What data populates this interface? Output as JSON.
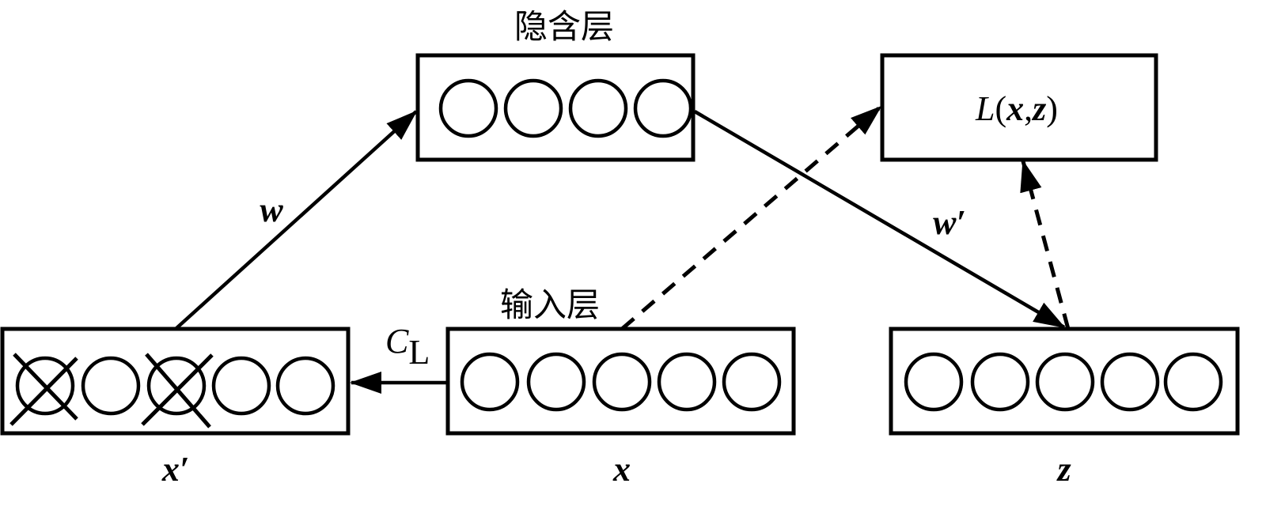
{
  "diagram": {
    "type": "denoising-autoencoder",
    "hidden_layer": {
      "label": "隐含层",
      "nodes": 4
    },
    "input_layer": {
      "label": "输入层",
      "var": "x",
      "nodes": 5
    },
    "corrupted_input": {
      "var": "x′",
      "nodes": 5,
      "corrupted_node_indices": [
        0,
        2
      ]
    },
    "output": {
      "var": "z",
      "nodes": 5
    },
    "loss": {
      "func": "L",
      "open": "(",
      "arg1": "x",
      "comma": ",",
      "arg2": "z",
      "close": ")"
    },
    "edges": [
      {
        "from": "x",
        "to": "x′",
        "label": "C",
        "label_sub": "L",
        "style": "solid"
      },
      {
        "from": "x′",
        "to": "hidden",
        "label": "w",
        "style": "solid"
      },
      {
        "from": "hidden",
        "to": "z",
        "label": "w′",
        "style": "solid"
      },
      {
        "from": "x",
        "to": "loss",
        "label": "",
        "style": "dashed"
      },
      {
        "from": "z",
        "to": "loss",
        "label": "",
        "style": "dashed"
      }
    ]
  }
}
